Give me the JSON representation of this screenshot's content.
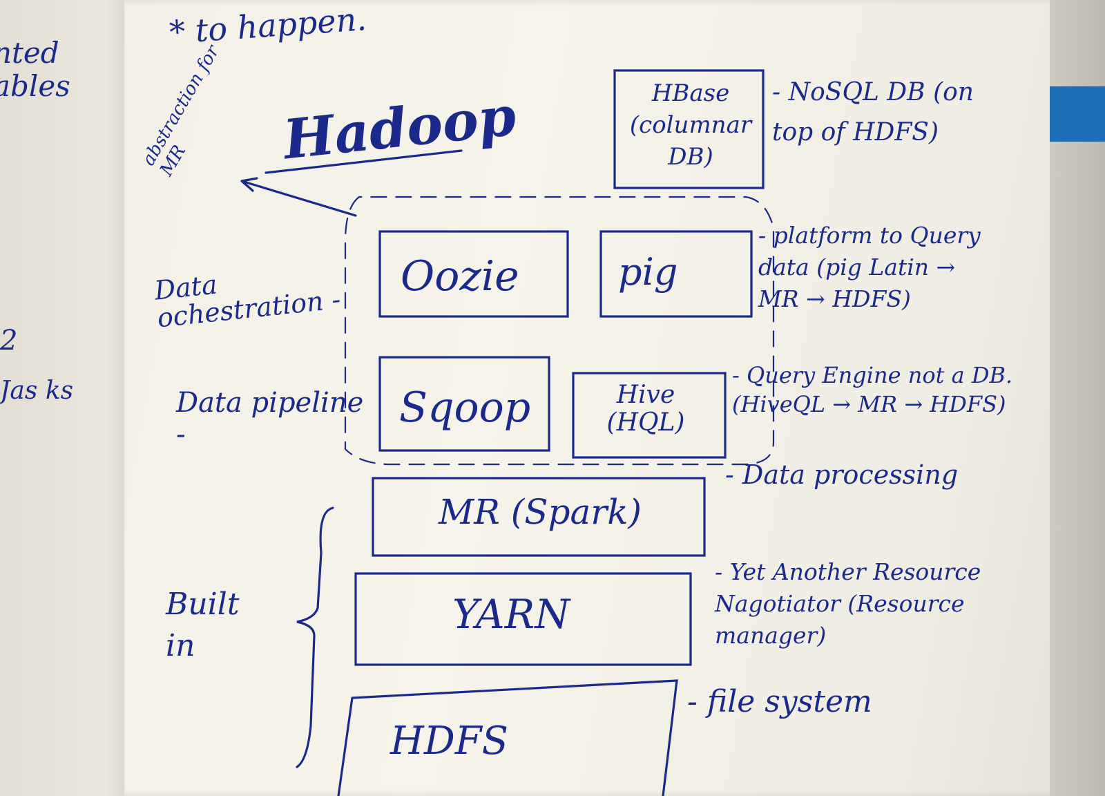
{
  "left_page": {
    "line1": "nted",
    "line2": "ables",
    "line3": "2",
    "line4": "Jas ks"
  },
  "top_note": "* to happen.",
  "title": "Hadoop",
  "abstraction_note": "abstraction for MR",
  "layers": {
    "hbase": {
      "label": "HBase (columnar DB)",
      "note": "- NoSQL DB (on top of HDFS)"
    },
    "oozie": {
      "label": "Oozie"
    },
    "pig": {
      "label": "pig",
      "note": "- platform to Query data (pig Latin → MR → HDFS)"
    },
    "sqoop": {
      "label": "Sqoop"
    },
    "hive": {
      "label": "Hive (HQL)",
      "note": "- Query Engine not a DB. (HiveQL → MR → HDFS)"
    },
    "mr": {
      "label": "MR (Spark)",
      "note": "- Data processing"
    },
    "yarn": {
      "label": "YARN",
      "note": "- Yet Another Resource Nagotiator (Resource manager)"
    },
    "hdfs": {
      "label": "HDFS",
      "note": "- file system"
    }
  },
  "side_labels": {
    "orchestration": "Data ochestration -",
    "pipeline": "Data pipeline -",
    "builtin": "Built in"
  },
  "ink_color": "#1b2a8a"
}
